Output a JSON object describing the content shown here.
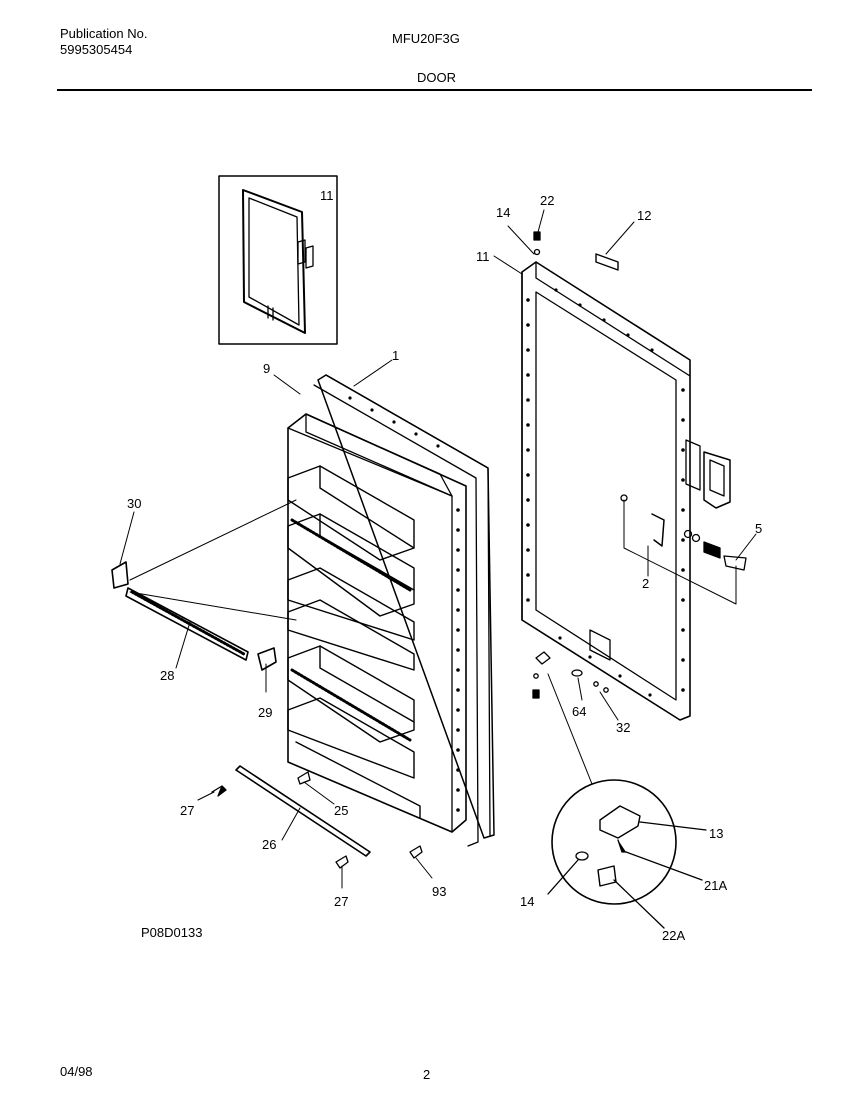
{
  "header": {
    "publication_label": "Publication No.",
    "publication_number": "5995305454",
    "model": "MFU20F3G",
    "section": "DOOR"
  },
  "footer": {
    "date": "04/98",
    "page": "2"
  },
  "diagram": {
    "drawing_id": "P08D0133",
    "callouts": {
      "inset_gasket": "11",
      "liner": "1",
      "gasket": "9",
      "rail_clip": "30",
      "rail": "28",
      "rail_clip_lower": "29",
      "screw_left": "27",
      "screw_center": "25",
      "bottom_rail": "26",
      "screw_bottom": "27",
      "screw_right": "93",
      "door_washer": "14",
      "door_bushing": "22",
      "nameplate": "12",
      "door_panel": "11",
      "handle": "5",
      "handle_kit": "2",
      "washer_bottom": "64",
      "screws_bottom": "32",
      "hinge_bracket": "13",
      "detail_washer": "14",
      "hinge_pin": "21A",
      "detail_bushing": "22A"
    }
  }
}
